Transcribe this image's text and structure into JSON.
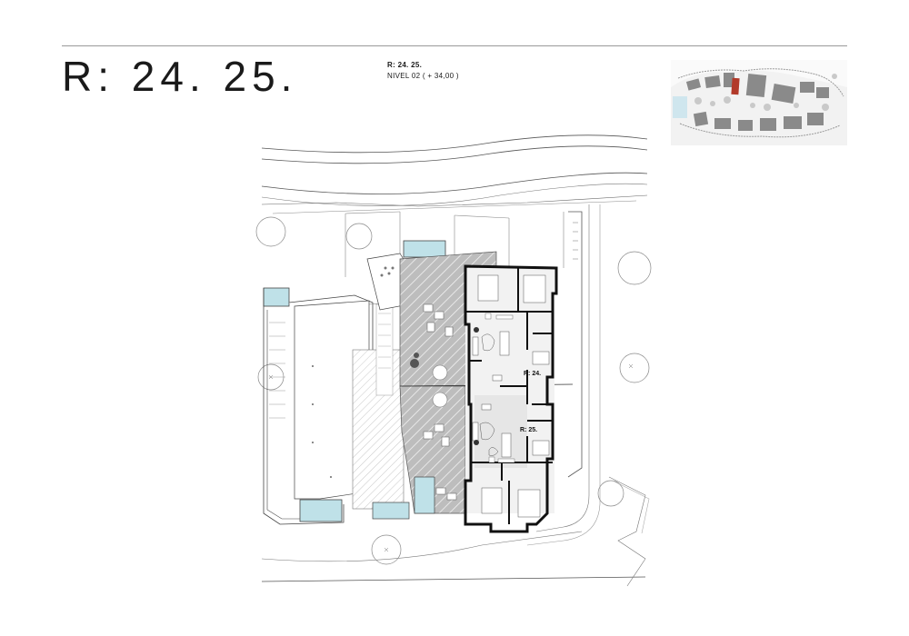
{
  "header": {
    "title": "R: 24. 25.",
    "subtitle_line1": "R: 24. 25.",
    "subtitle_line2": "NIVEL 02   ( + 34,00 )"
  },
  "plan": {
    "unit_label_a": "R: 24.",
    "unit_label_b": "R: 25."
  },
  "colors": {
    "line": "#333333",
    "wall": "#111111",
    "terrace": "#9c9c9c",
    "pool": "#bfe1e8",
    "interior": "#e9e9e9",
    "highlight": "#b23a2a"
  }
}
